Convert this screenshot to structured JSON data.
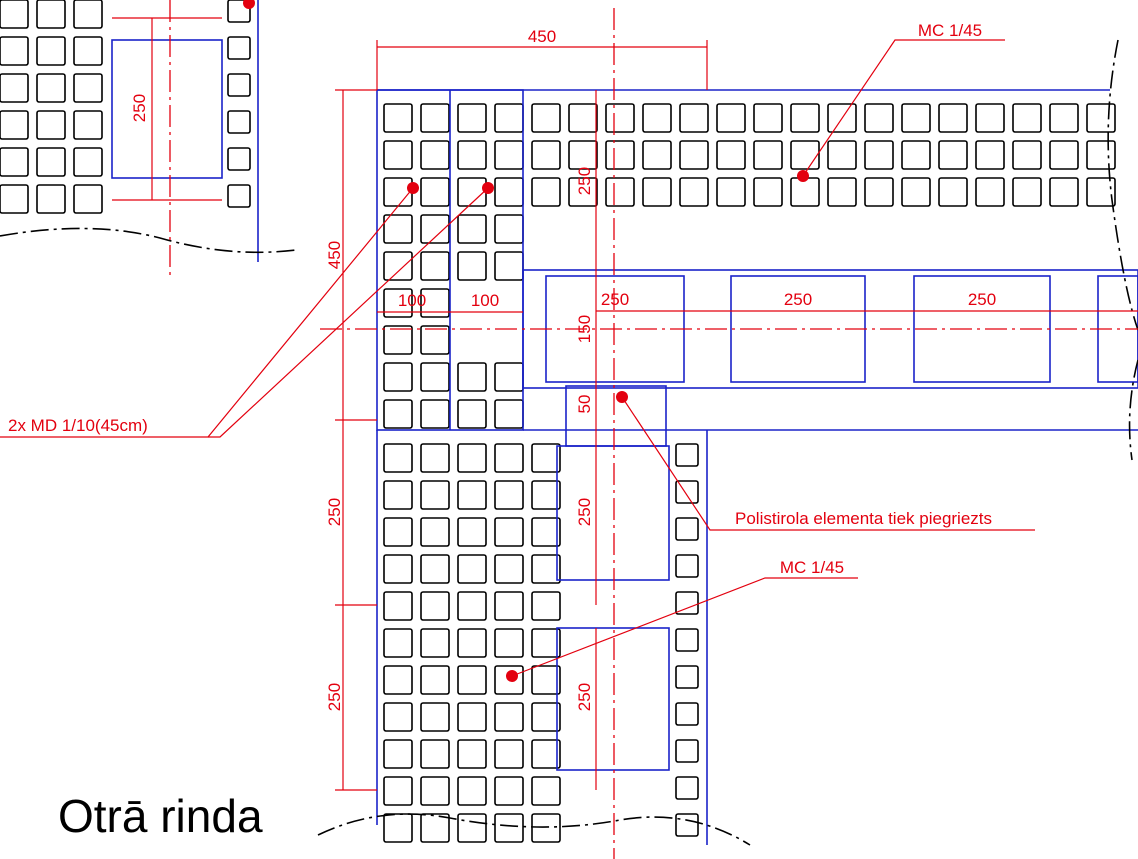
{
  "title": "Otrā rinda",
  "colors": {
    "block_outline": "#000000",
    "panel_outline": "#1a23c9",
    "dimension": "#e3000f",
    "background": "#ffffff"
  },
  "dimensions": {
    "top_width": "450",
    "left_height": "450",
    "insert_left_a": "100",
    "insert_left_b": "100",
    "corner_vertical": "250",
    "corner_horizontal": "250",
    "beam_height": "150",
    "gap": "50",
    "span_1": "250",
    "span_2": "250",
    "lower_span_1": "250",
    "lower_span_2": "250",
    "lower_inner_1": "250",
    "lower_inner_2": "250",
    "detail_vertical": "250"
  },
  "labels": {
    "mc_top": "MC 1/45",
    "mc_bottom": "MC 1/45",
    "md_note": "2x MD 1/10(45cm)",
    "polystyrene_note": "Polistirola elementa tiek piegriezts"
  }
}
